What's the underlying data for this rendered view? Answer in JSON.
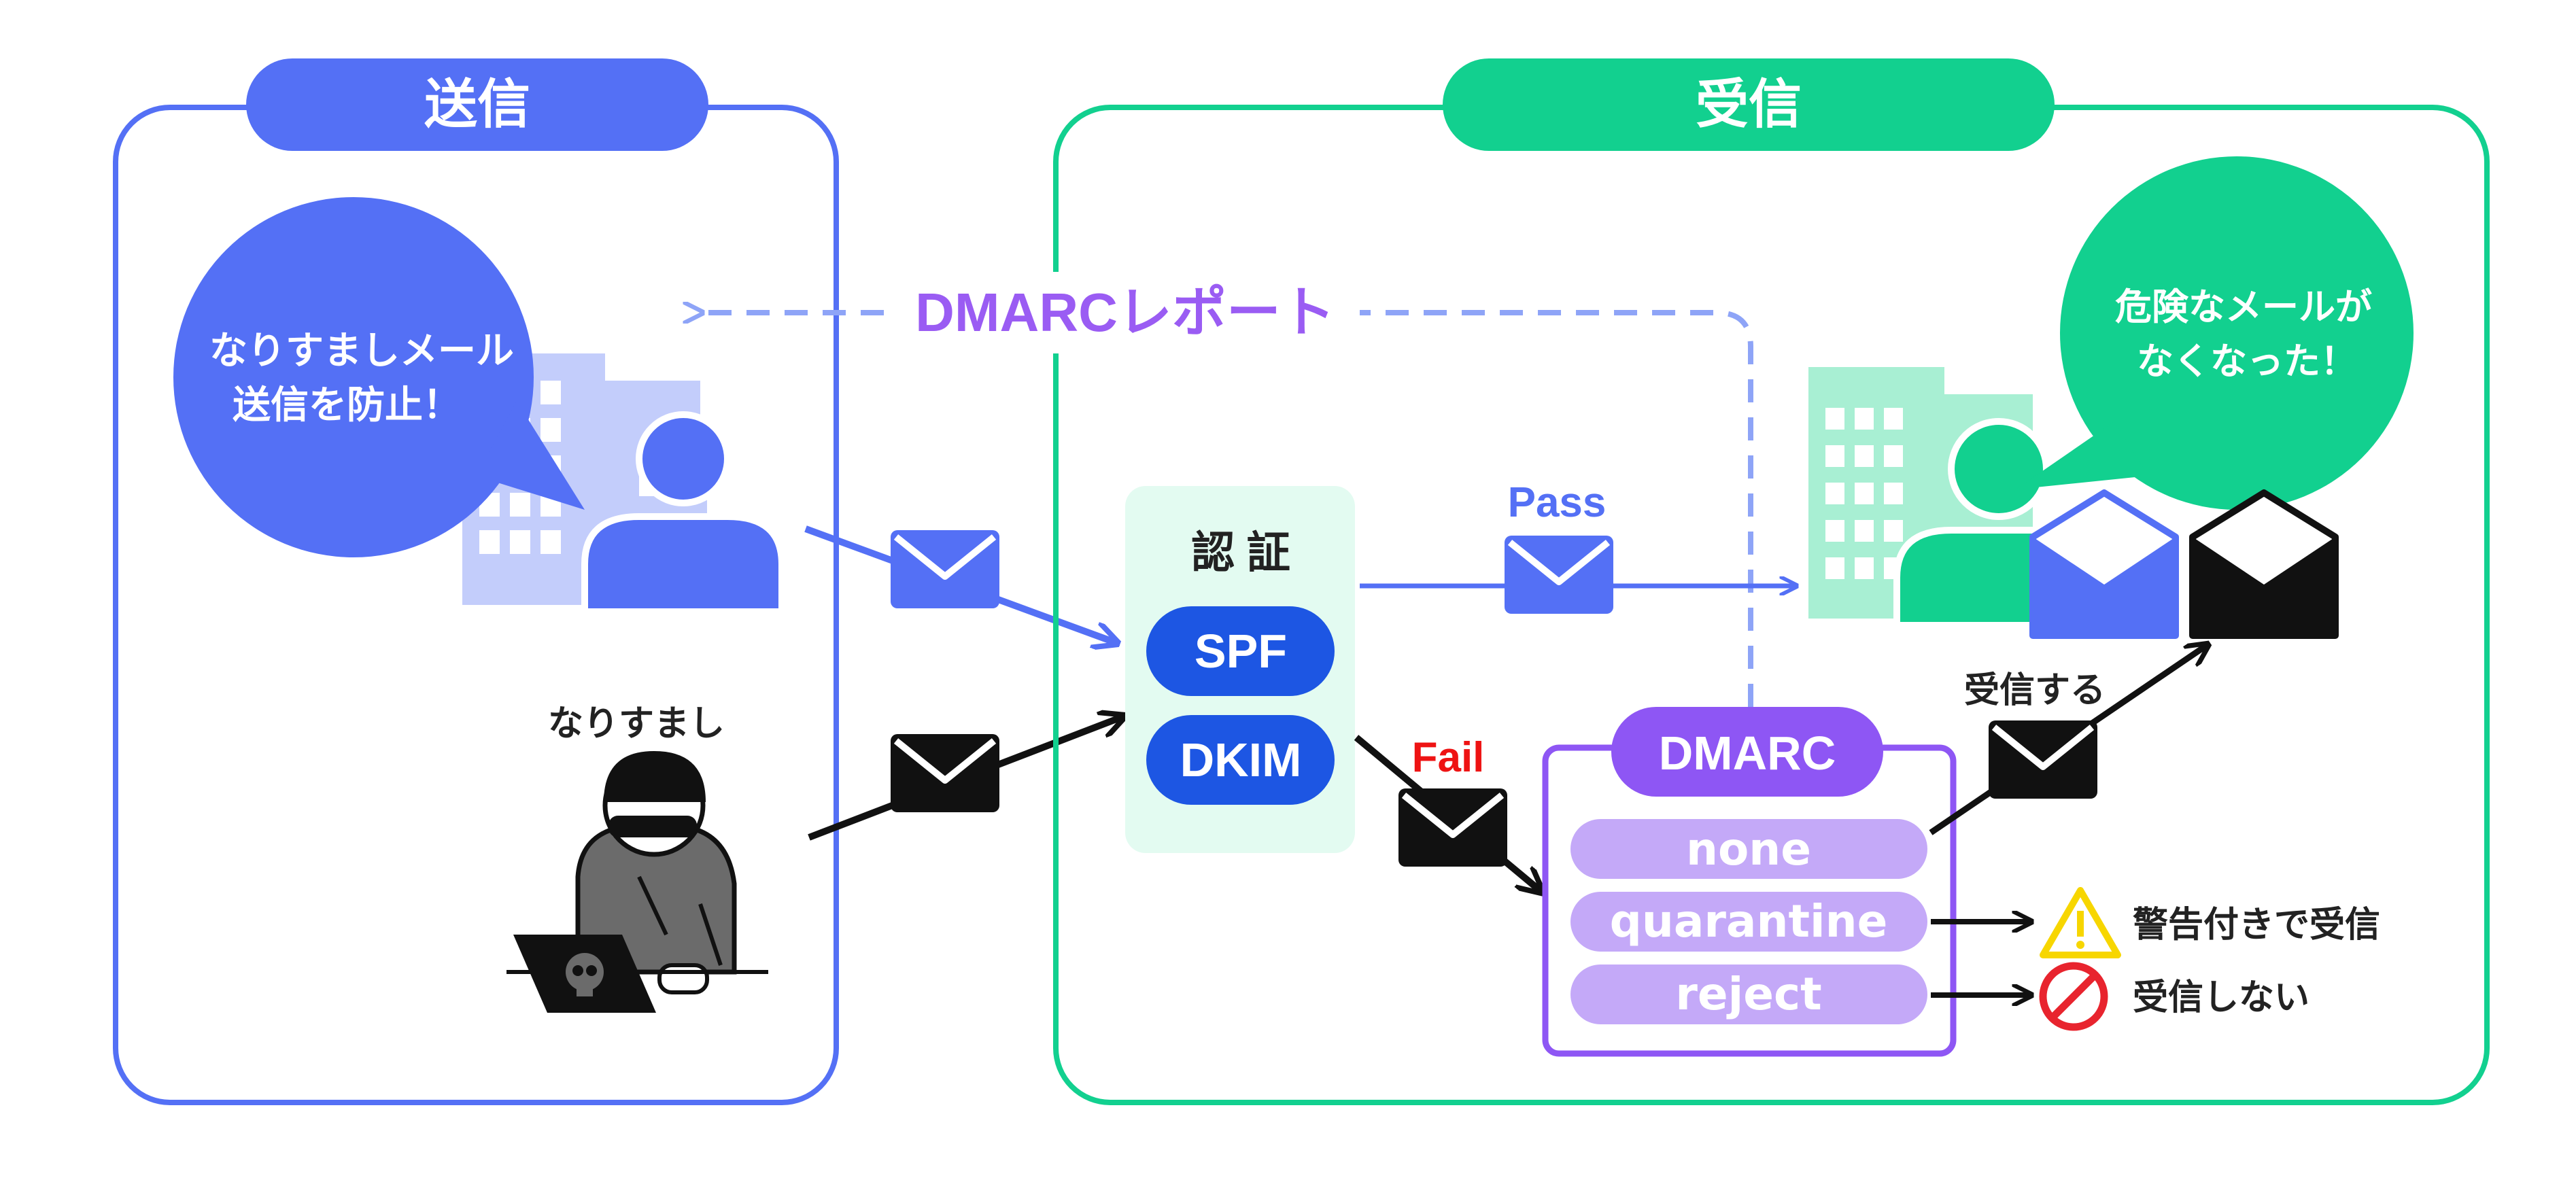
{
  "send": {
    "title": "送信",
    "bubble_line1": "なりすましメール",
    "bubble_line2": "送信を防止！",
    "spoofer_label": "なりすまし"
  },
  "receive": {
    "title": "受信",
    "bubble_line1": "危険なメールが",
    "bubble_line2": "なくなった！"
  },
  "report_label": "DMARCレポート",
  "auth": {
    "title": "認 証",
    "spf": "SPF",
    "dkim": "DKIM"
  },
  "pass_label": "Pass",
  "fail_label": "Fail",
  "dmarc": {
    "title": "DMARC",
    "policies": [
      "none",
      "quarantine",
      "reject"
    ]
  },
  "outcomes": {
    "accept": "受信する",
    "warn": "警告付きで受信",
    "reject": "受信しない"
  },
  "icons": {
    "building": "building-icon",
    "person": "person-icon",
    "envelope": "envelope-icon",
    "hacker": "hacker-icon",
    "warning": "warning-icon",
    "prohibited": "no-entry-icon"
  },
  "colors": {
    "send_blue": "#5470f5",
    "send_light": "#c3cdfb",
    "receive_green": "#12d08f",
    "receive_light": "#a8efd3",
    "auth_bg": "#e3fbf1",
    "auth_pill": "#1d56e3",
    "dmarc_purple": "#8e56f4",
    "policy_fill": "#c4a9f8",
    "report_text": "#9a5cf3",
    "report_arrow": "#8ea4f7",
    "fail_red": "#ee1313",
    "warning_yellow": "#f7d600",
    "prohibit_red": "#e8242e"
  }
}
